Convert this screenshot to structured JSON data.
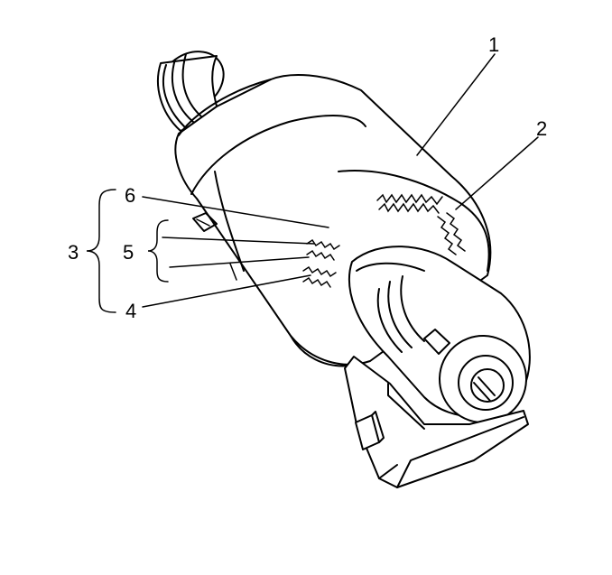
{
  "diagram": {
    "callouts": [
      {
        "id": "c1",
        "label": "1"
      },
      {
        "id": "c2",
        "label": "2"
      },
      {
        "id": "c3",
        "label": "3"
      },
      {
        "id": "c4",
        "label": "4"
      },
      {
        "id": "c5",
        "label": "5"
      },
      {
        "id": "c6",
        "label": "6"
      }
    ],
    "line_color": "#000000",
    "background_color": "#ffffff"
  }
}
